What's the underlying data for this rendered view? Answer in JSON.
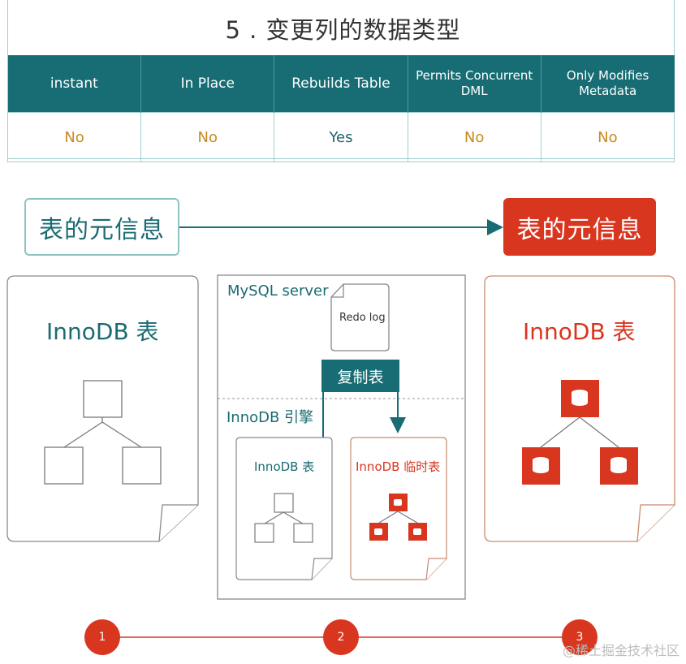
{
  "title": "5 . 变更列的数据类型",
  "table": {
    "headers": [
      "instant",
      "In Place",
      "Rebuilds Table",
      "Permits Concurrent\nDML",
      "Only Modifies\nMetadata"
    ],
    "values": [
      "No",
      "No",
      "Yes",
      "No",
      "No"
    ]
  },
  "meta": {
    "left": "表的元信息",
    "right": "表的元信息"
  },
  "left_panel": {
    "title": "InnoDB 表"
  },
  "middle_panel": {
    "server_label": "MySQL server",
    "redo_label": "Redo log",
    "copy_label": "复制表",
    "engine_label": "InnoDB 引擎",
    "table_label": "InnoDB 表",
    "temp_table_label": "InnoDB 临时表"
  },
  "right_panel": {
    "title": "InnoDB 表"
  },
  "steps": [
    "1",
    "2",
    "3"
  ],
  "watermark": "@稀土掘金技术社区",
  "colors": {
    "teal": "#176d73",
    "red": "#d8361f",
    "orange_text": "#c98a1e"
  }
}
